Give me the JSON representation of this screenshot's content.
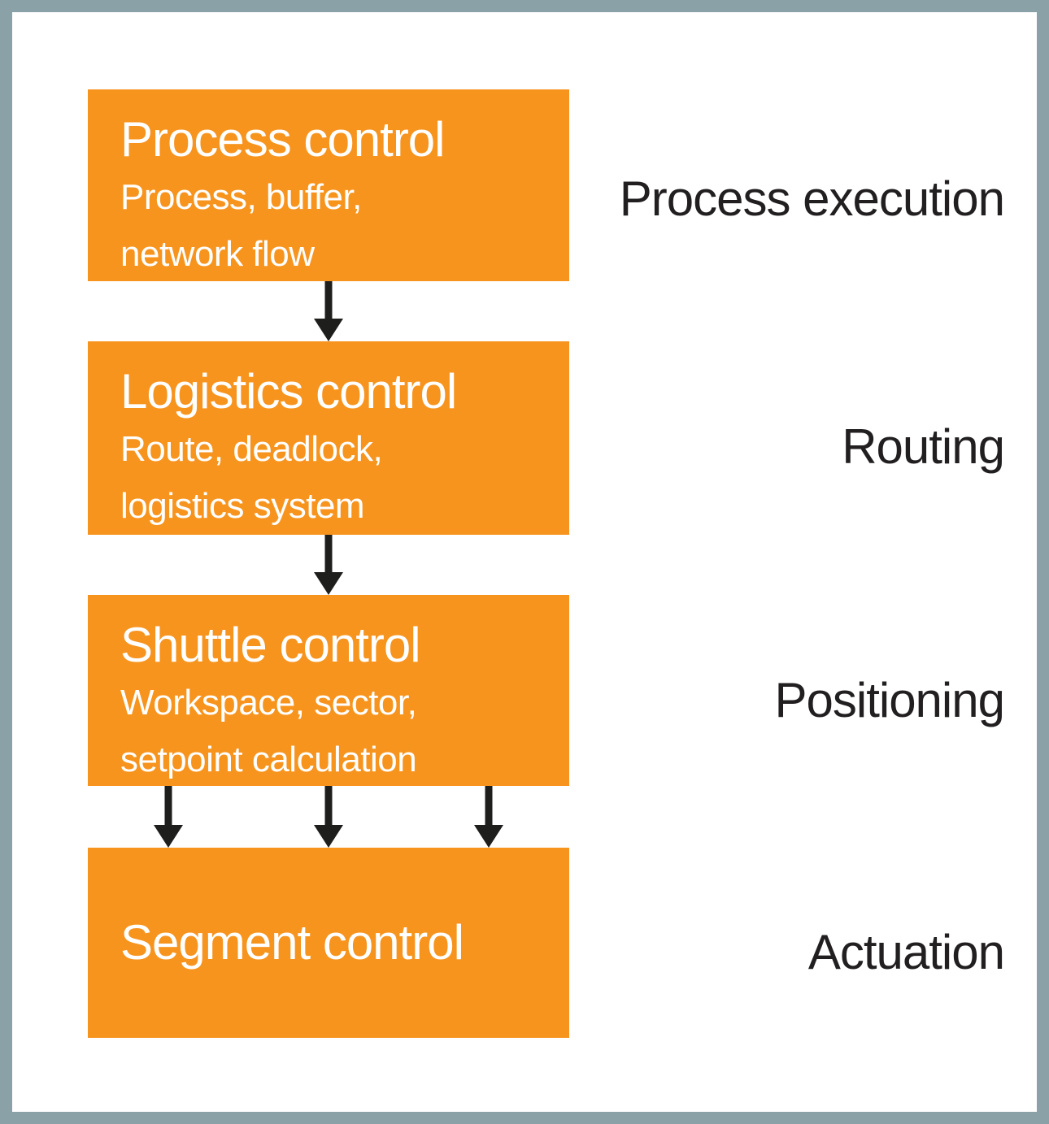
{
  "diagram_type": "flowchart",
  "colors": {
    "frame_border": "#8ba1a8",
    "background": "#ffffff",
    "box_fill": "#f7941e",
    "box_text": "#ffffff",
    "label_text": "#221f20",
    "arrow": "#1e1e1c"
  },
  "boxes": [
    {
      "title": "Process control",
      "subtitle_lines": [
        "Process, buffer,",
        "network flow"
      ],
      "stage_label": "Process execution",
      "arrows_out": 1
    },
    {
      "title": "Logistics control",
      "subtitle_lines": [
        "Route, deadlock,",
        "logistics system"
      ],
      "stage_label": "Routing",
      "arrows_out": 1
    },
    {
      "title": "Shuttle control",
      "subtitle_lines": [
        "Workspace, sector,",
        "setpoint calculation"
      ],
      "stage_label": "Positioning",
      "arrows_out": 3
    },
    {
      "title": "Segment control",
      "subtitle_lines": [],
      "stage_label": "Actuation",
      "arrows_out": 0
    }
  ]
}
